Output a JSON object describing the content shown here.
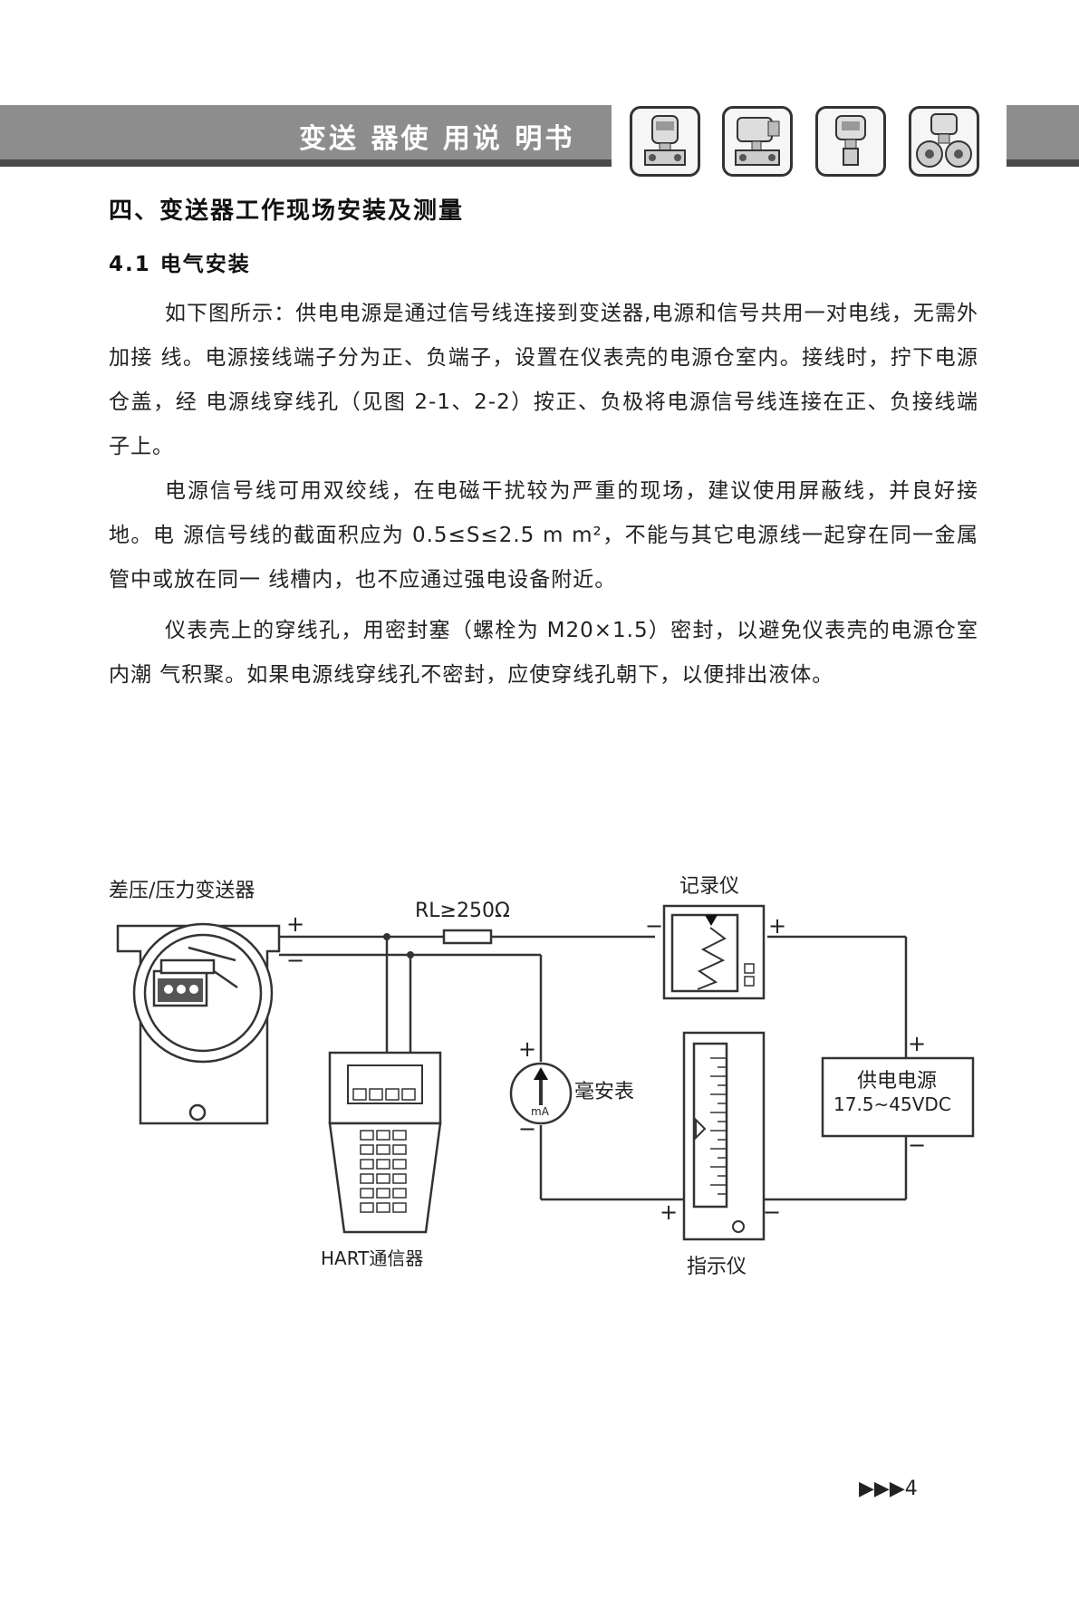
{
  "header": {
    "title": "变送 器使 用说 明书",
    "product_icons": [
      "transmitter-icon-1",
      "transmitter-icon-2",
      "transmitter-icon-3",
      "transmitter-icon-4"
    ]
  },
  "section": {
    "heading": "四、变送器工作现场安装及测量",
    "subheading": "4.1  电气安装"
  },
  "paragraphs": [
    "如下图所示：供电电源是通过信号线连接到变送器,电源和信号共用一对电线，无需外加接 线。电源接线端子分为正、负端子，设置在仪表壳的电源仓室内。接线时，拧下电源仓盖，经 电源线穿线孔（见图 2-1、2-2）按正、负极将电源信号线连接在正、负接线端子上。",
    "电源信号线可用双绞线，在电磁干扰较为严重的现场，建议使用屏蔽线，并良好接地。电 源信号线的截面积应为 0.5≤S≤2.5 m m²，不能与其它电源线一起穿在同一金属管中或放在同一 线槽内，也不应通过强电设备附近。",
    "仪表壳上的穿线孔，用密封塞（螺栓为 M20×1.5）密封，以避免仪表壳的电源仓室内潮 气积聚。如果电源线穿线孔不密封，应使穿线孔朝下，以便排出液体。"
  ],
  "diagram": {
    "transmitter_label": "差压/压力变送器",
    "resistor_label": "RL≥250Ω",
    "recorder_label": "记录仪",
    "ammeter_label": "毫安表",
    "ammeter_unit": "mA",
    "power_label": "供电电源",
    "power_voltage": "17.5~45VDC",
    "indicator_label": "指示仪",
    "hart_label": "HART通信器",
    "plus": "+",
    "minus": "−"
  },
  "footer": {
    "arrows": "▶▶▶",
    "page_number": "4"
  }
}
